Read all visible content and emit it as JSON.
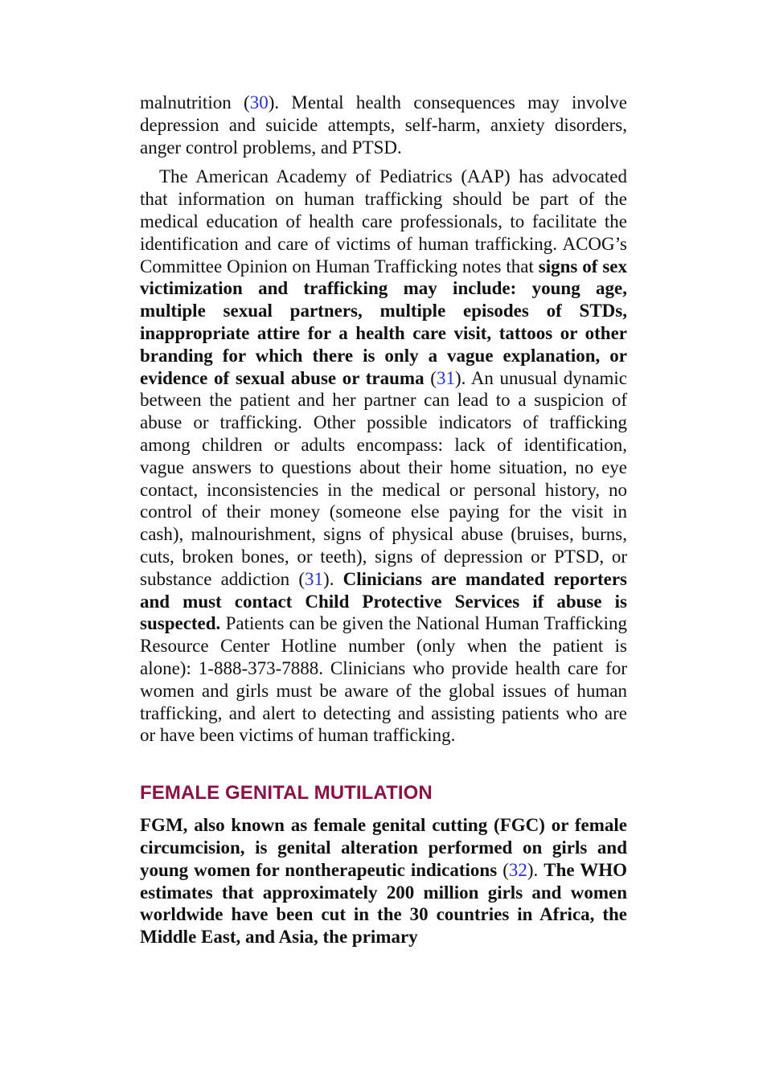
{
  "p1": {
    "t1": "malnutrition (",
    "ref1": "30",
    "t2": "). Mental health consequences may involve depression and suicide attempts, self-harm, anxiety disorders, anger control problems, and PTSD."
  },
  "p2": {
    "t1": "The American Academy of Pediatrics (AAP) has advocated that information on human trafficking should be part of the medical education of health care professionals, to facilitate the identification and care of victims of human trafficking. ACOG’s Committee Opinion on Human Trafficking notes that ",
    "b1": "signs of sex victimization and trafficking may include: young age, multiple sexual partners, multiple episodes of STDs, inappropriate attire for a health care visit, tattoos or other branding for which there is only a vague explanation, or evidence of sexual abuse or trauma",
    "t2": " (",
    "ref1": "31",
    "t3": "). An unusual dynamic between the patient and her partner can lead to a suspicion of abuse or trafficking. Other possible indicators of trafficking among children or adults encompass: lack of identification, vague answers to questions about their home situation, no eye contact, inconsistencies in the medical or personal history, no control of their money (someone else paying for the visit in cash), malnourishment, signs of physical abuse (bruises, burns, cuts, broken bones, or teeth), signs of depression or PTSD, or substance addiction (",
    "ref2": "31",
    "t4": "). ",
    "b2": "Clinicians are mandated reporters and must contact Child Protective Services if abuse is suspected.",
    "t5": " Patients can be given the National Human Trafficking Resource Center Hotline number (only when the patient is alone): 1-888-373-7888. Clinicians who provide health care for women and girls must be aware of the global issues of human trafficking, and alert to detecting and assisting patients who are or have been victims of human trafficking."
  },
  "section": {
    "heading": "FEMALE GENITAL MUTILATION",
    "heading_color": "#8a1247"
  },
  "p3": {
    "b1": "FGM, also known as female genital cutting (FGC) or female circumcision, is genital alteration performed on girls and young women for nontherapeutic indications",
    "t1": " (",
    "ref1": "32",
    "t2": "). ",
    "b2": "The WHO estimates that approximately 200 million girls and women worldwide have been cut in the 30 countries in Africa, the Middle East, and Asia, the primary"
  },
  "colors": {
    "reference_link": "#2a2fd6",
    "body_text": "#111111"
  }
}
